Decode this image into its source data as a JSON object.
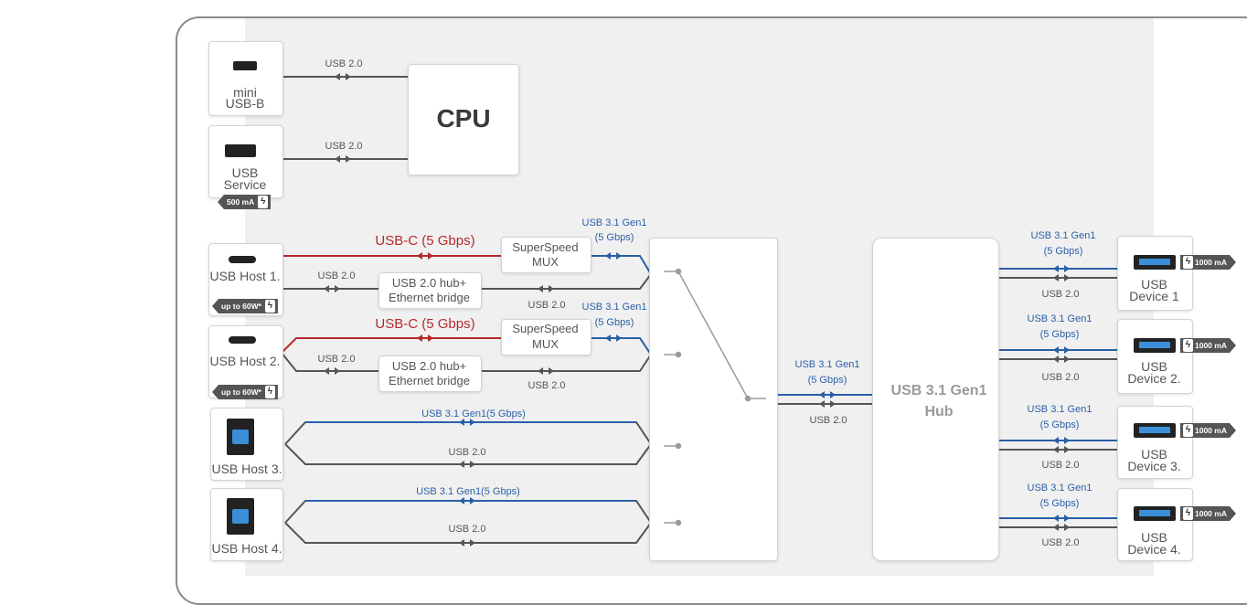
{
  "cpu": {
    "label": "CPU"
  },
  "hub": {
    "line1": "USB 3.1 Gen1",
    "line2": "Hub"
  },
  "left_ports": {
    "mini_usb_b": {
      "line1": "mini",
      "line2": "USB-B",
      "link": "USB 2.0"
    },
    "usb_service": {
      "line1": "USB",
      "line2": "Service",
      "link": "USB 2.0",
      "badge": "500 mA"
    },
    "host1": {
      "label": "USB Host 1.",
      "badge": "up to 60W*",
      "usbc": "USB-C (5 Gbps)",
      "usb20": "USB 2.0",
      "mux_usb20": "USB 2.0",
      "ss_line1": "USB 3.1 Gen1",
      "ss_line2": "(5 Gbps)"
    },
    "host2": {
      "label": "USB Host 2.",
      "badge": "up to 60W*",
      "usbc": "USB-C (5 Gbps)",
      "usb20": "USB 2.0",
      "mux_usb20": "USB 2.0",
      "ss_line1": "USB 3.1 Gen1",
      "ss_line2": "(5 Gbps)"
    },
    "host3": {
      "label": "USB Host 3.",
      "ss": "USB 3.1 Gen1(5 Gbps)",
      "usb20": "USB 2.0"
    },
    "host4": {
      "label": "USB Host 4.",
      "ss": "USB 3.1 Gen1(5 Gbps)",
      "usb20": "USB 2.0"
    }
  },
  "mux": {
    "line1": "SuperSpeed",
    "line2": "MUX"
  },
  "bridge": {
    "line1": "USB 2.0 hub+",
    "line2": "Ethernet bridge"
  },
  "switch_out": {
    "line1": "USB 3.1 Gen1",
    "line2": "(5 Gbps)",
    "usb20": "USB 2.0"
  },
  "devices": [
    {
      "line1": "USB",
      "line2": "Device 1",
      "badge": "1000 mA",
      "ss1": "USB 3.1 Gen1",
      "ss2": "(5 Gbps)",
      "usb20": "USB 2.0"
    },
    {
      "line1": "USB",
      "line2": "Device 2.",
      "badge": "1000 mA",
      "ss1": "USB 3.1 Gen1",
      "ss2": "(5 Gbps)",
      "usb20": "USB 2.0"
    },
    {
      "line1": "USB",
      "line2": "Device 3.",
      "badge": "1000 mA",
      "ss1": "USB 3.1 Gen1",
      "ss2": "(5 Gbps)",
      "usb20": "USB 2.0"
    },
    {
      "line1": "USB",
      "line2": "Device 4.",
      "badge": "1000 mA",
      "ss1": "USB 3.1 Gen1",
      "ss2": "(5 Gbps)",
      "usb20": "USB 2.0"
    }
  ],
  "colors": {
    "usb20": "#555555",
    "superspeed": "#2a5fa8",
    "usbc": "#b52a2a",
    "frame": "#8a8a8a",
    "panel": "#f0f0f0"
  }
}
